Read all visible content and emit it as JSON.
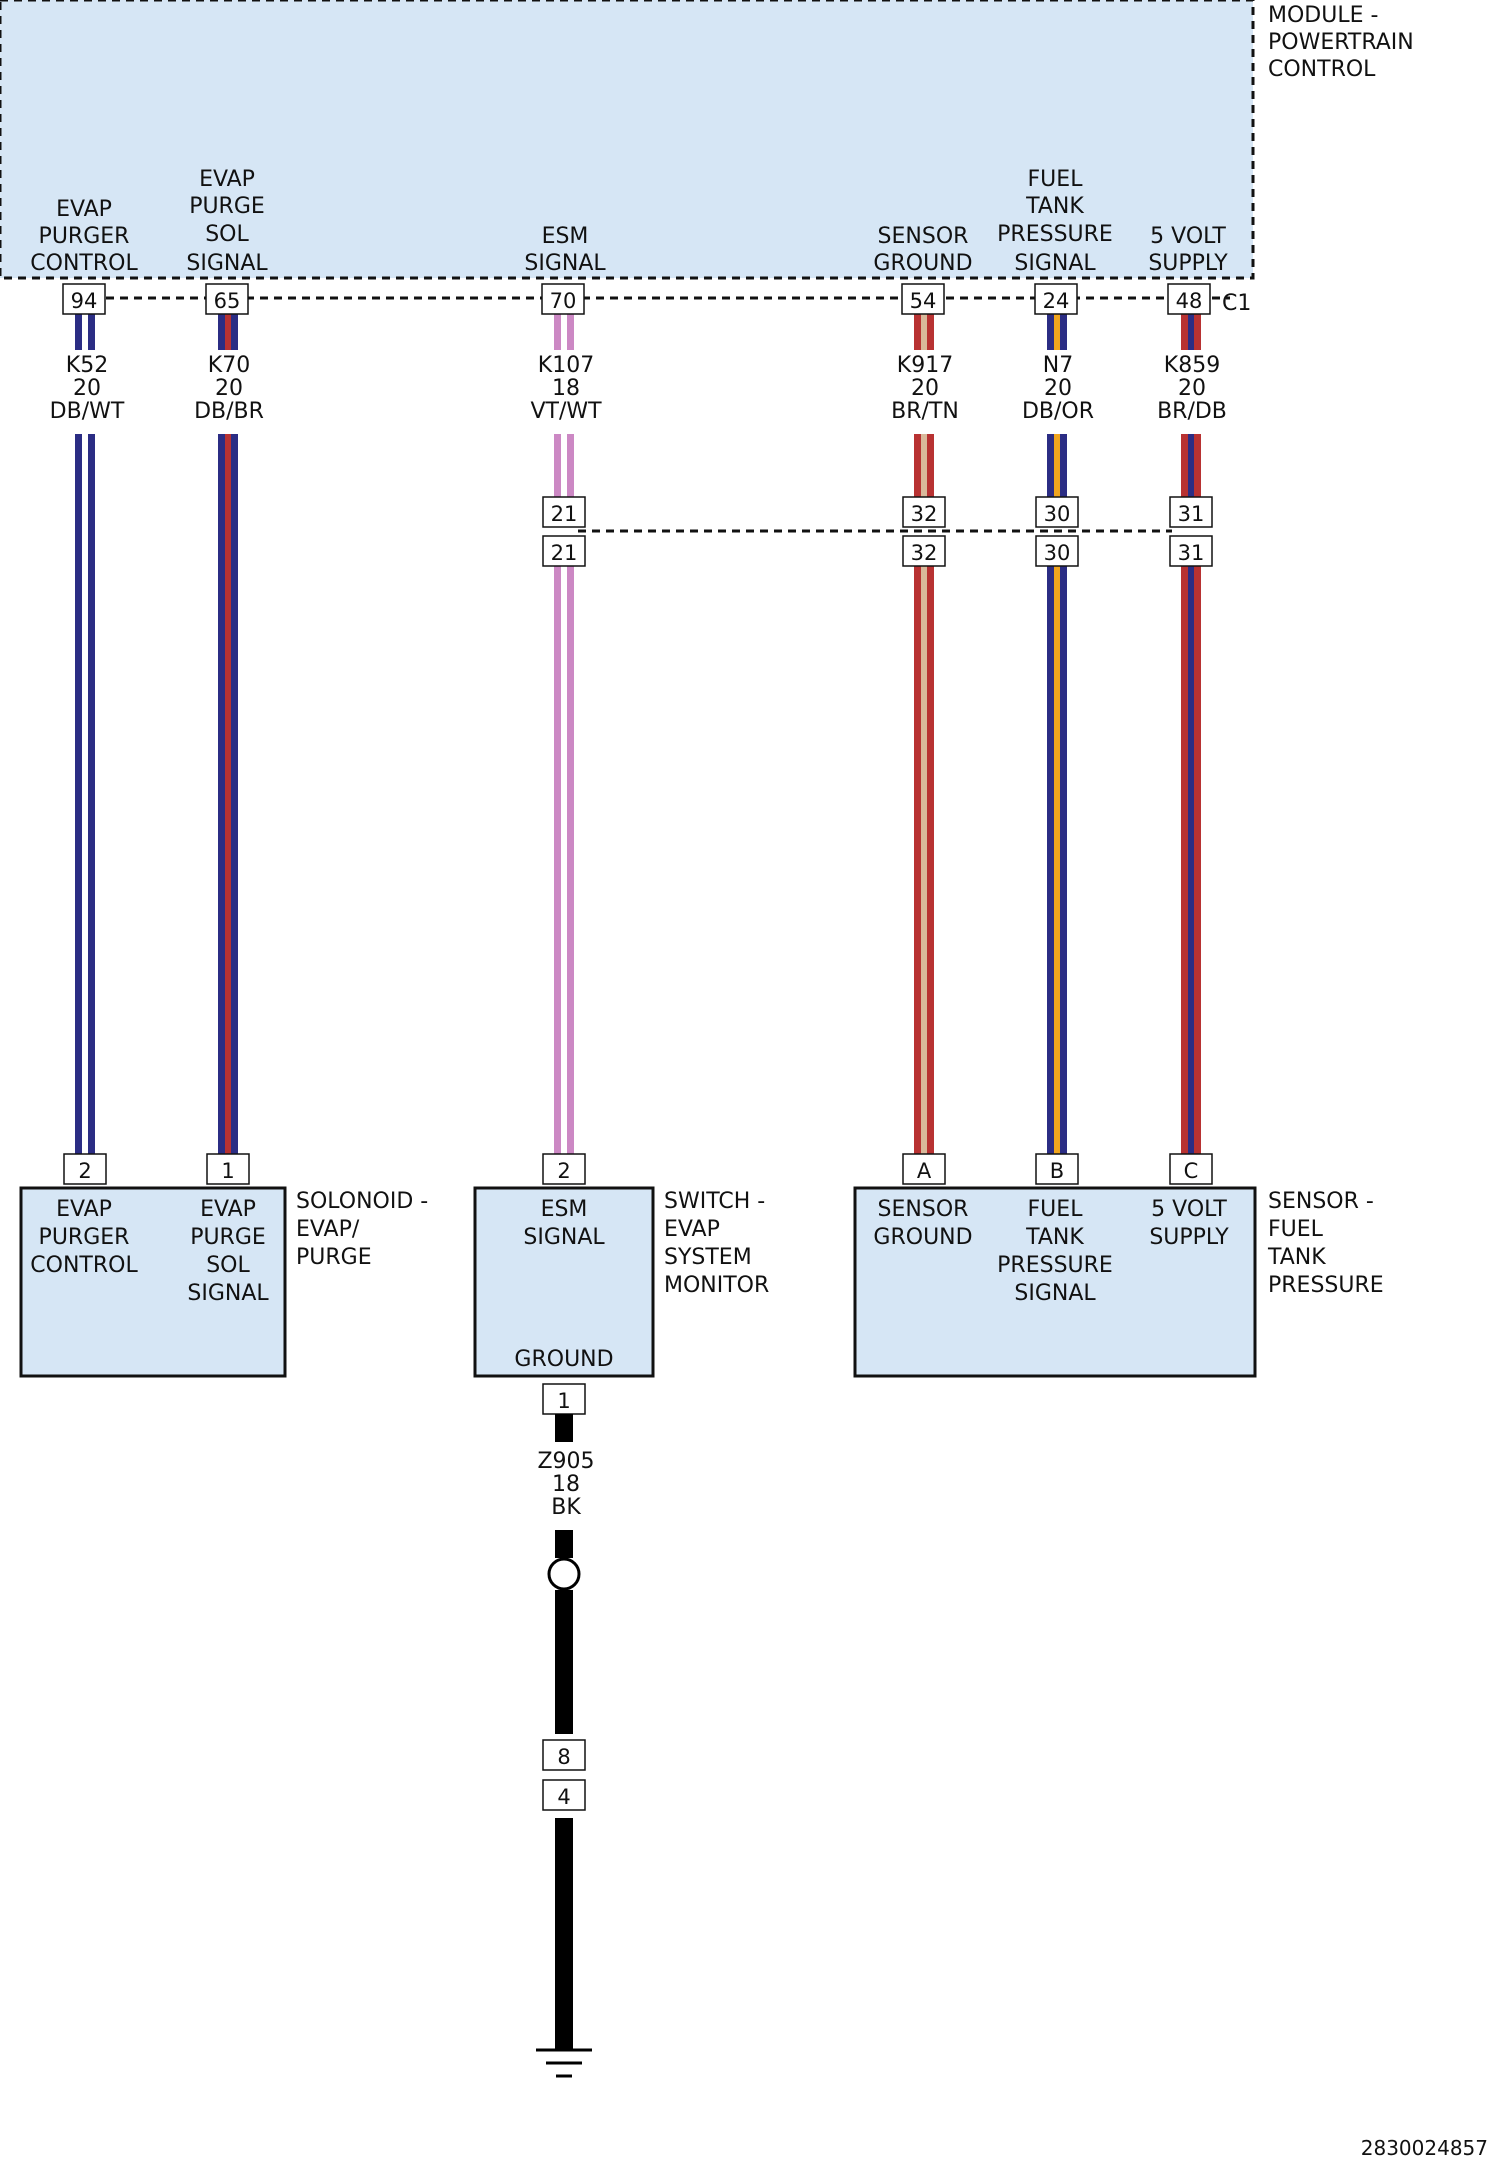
{
  "colors": {
    "module_fill": "#d6e6f5",
    "DB": "#2b2d84",
    "WT": "#ffffff",
    "BR": "#b83232",
    "TN": "#d9b99b",
    "VT": "#cc88c4",
    "OR": "#f0a51e",
    "BK": "#000000"
  },
  "pcm": {
    "title": [
      "MODULE -",
      "POWERTRAIN",
      "CONTROL"
    ],
    "connector": "C1",
    "pins": [
      {
        "id": "94",
        "label": [
          "EVAP",
          "PURGER",
          "CONTROL"
        ]
      },
      {
        "id": "65",
        "label": [
          "EVAP",
          "PURGE",
          "SOL",
          "SIGNAL"
        ]
      },
      {
        "id": "70",
        "label": [
          "ESM",
          "SIGNAL"
        ]
      },
      {
        "id": "54",
        "label": [
          "SENSOR",
          "GROUND"
        ]
      },
      {
        "id": "24",
        "label": [
          "FUEL",
          "TANK",
          "PRESSURE",
          "SIGNAL"
        ]
      },
      {
        "id": "48",
        "label": [
          "5 VOLT",
          "SUPPLY"
        ]
      }
    ]
  },
  "wires": [
    {
      "circuit": "K52",
      "gauge": "20",
      "color": "DB/WT",
      "base": "DB",
      "stripe": "WT"
    },
    {
      "circuit": "K70",
      "gauge": "20",
      "color": "DB/BR",
      "base": "DB",
      "stripe": "BR"
    },
    {
      "circuit": "K107",
      "gauge": "18",
      "color": "VT/WT",
      "base": "VT",
      "stripe": "WT"
    },
    {
      "circuit": "K917",
      "gauge": "20",
      "color": "BR/TN",
      "base": "BR",
      "stripe": "TN"
    },
    {
      "circuit": "N7",
      "gauge": "20",
      "color": "DB/OR",
      "base": "DB",
      "stripe": "OR"
    },
    {
      "circuit": "K859",
      "gauge": "20",
      "color": "BR/DB",
      "base": "BR",
      "stripe": "DB"
    }
  ],
  "inline_connector": {
    "pins_top": [
      "21",
      "32",
      "30",
      "31"
    ],
    "pins_bottom": [
      "21",
      "32",
      "30",
      "31"
    ]
  },
  "solenoid": {
    "title": [
      "SOLONOID -",
      "EVAP/",
      "PURGE"
    ],
    "pins": [
      {
        "id": "2",
        "label": [
          "EVAP",
          "PURGER",
          "CONTROL"
        ]
      },
      {
        "id": "1",
        "label": [
          "EVAP",
          "PURGE",
          "SOL",
          "SIGNAL"
        ]
      }
    ]
  },
  "switch": {
    "title": [
      "SWITCH -",
      "EVAP",
      "SYSTEM",
      "MONITOR"
    ],
    "top_pin": {
      "id": "2",
      "label": [
        "ESM",
        "SIGNAL"
      ]
    },
    "bottom_pin": {
      "id": "1",
      "label": [
        "GROUND"
      ]
    }
  },
  "sensor": {
    "title": [
      "SENSOR -",
      "FUEL",
      "TANK",
      "PRESSURE"
    ],
    "pins": [
      {
        "id": "A",
        "label": [
          "SENSOR",
          "GROUND"
        ]
      },
      {
        "id": "B",
        "label": [
          "FUEL",
          "TANK",
          "PRESSURE",
          "SIGNAL"
        ]
      },
      {
        "id": "C",
        "label": [
          "5 VOLT",
          "SUPPLY"
        ]
      }
    ]
  },
  "ground_wire": {
    "circuit": "Z905",
    "gauge": "18",
    "color": "BK",
    "base": "BK"
  },
  "ground_connector": {
    "pin_top": "8",
    "pin_bottom": "4"
  },
  "figure_id": "2830024857"
}
